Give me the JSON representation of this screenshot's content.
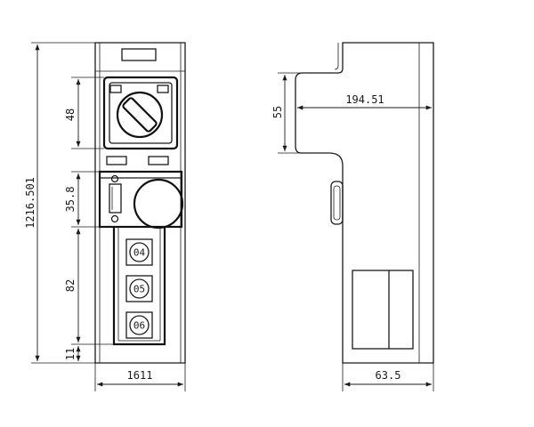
{
  "dimensions": {
    "total_height": "1216.501",
    "top_section": "48",
    "middle_section": "35.8",
    "lower_section": "82",
    "bottom_offset": "11",
    "front_width": "1611",
    "side_top_offset": "55",
    "side_inner_width": "194.51",
    "side_depth": "63.5"
  },
  "buttons": [
    {
      "label": "04"
    },
    {
      "label": "05"
    },
    {
      "label": "06"
    }
  ]
}
